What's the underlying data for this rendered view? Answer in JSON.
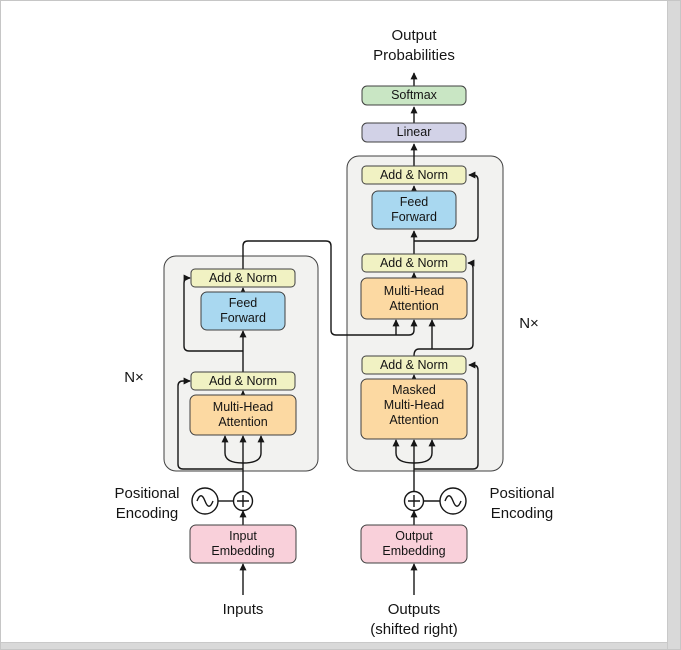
{
  "colors": {
    "line": "#161616",
    "stack_bg": "#f2f2f0",
    "softmax": "#c9e6c4",
    "linear": "#d2d2e7",
    "add_norm": "#f1f2c3",
    "feed_forward": "#a9d8f0",
    "attention": "#fcd9a2",
    "embedding": "#f9d0da"
  },
  "blocks": {
    "softmax": "Softmax",
    "linear": "Linear",
    "add_norm": "Add & Norm",
    "feed_forward": {
      "l1": "Feed",
      "l2": "Forward"
    },
    "multi_head_attention": {
      "l1": "Multi-Head",
      "l2": "Attention"
    },
    "masked_multi_head_attention": {
      "l1": "Masked",
      "l2": "Multi-Head",
      "l3": "Attention"
    },
    "input_embedding": {
      "l1": "Input",
      "l2": "Embedding"
    },
    "output_embedding": {
      "l1": "Output",
      "l2": "Embedding"
    }
  },
  "labels": {
    "output_probabilities": {
      "l1": "Output",
      "l2": "Probabilities"
    },
    "positional_encoding": {
      "l1": "Positional",
      "l2": "Encoding"
    },
    "inputs": "Inputs",
    "outputs": {
      "l1": "Outputs",
      "l2": "(shifted right)"
    },
    "n_times_left": "N×",
    "n_times_right": "N×"
  }
}
